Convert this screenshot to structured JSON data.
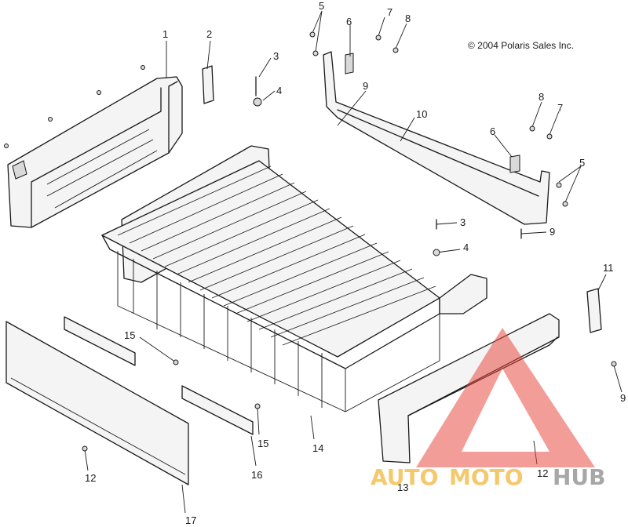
{
  "copyright": "© 2004 Polaris Sales Inc.",
  "callouts": {
    "c1": "1",
    "c2": "2",
    "c3a": "3",
    "c4a": "4",
    "c5a": "5",
    "c6a": "6",
    "c7a": "7",
    "c8a": "8",
    "c9a": "9",
    "c10": "10",
    "c8b": "8",
    "c7b": "7",
    "c6b": "6",
    "c5b": "5",
    "c3b": "3",
    "c9b": "9",
    "c4b": "4",
    "c11": "11",
    "c9c": "9",
    "c15a": "15",
    "c15b": "15",
    "c14": "14",
    "c16": "16",
    "c12a": "12",
    "c12b": "12",
    "c13": "13",
    "c17": "17"
  },
  "watermark": {
    "auto": "AUTO",
    "moto": "MOTO",
    "hub": "HUB",
    "colors": {
      "triangle": "#e8453c",
      "auto": "#f2b63c",
      "moto": "#f2b63c",
      "hub": "#8a8a8a"
    }
  }
}
